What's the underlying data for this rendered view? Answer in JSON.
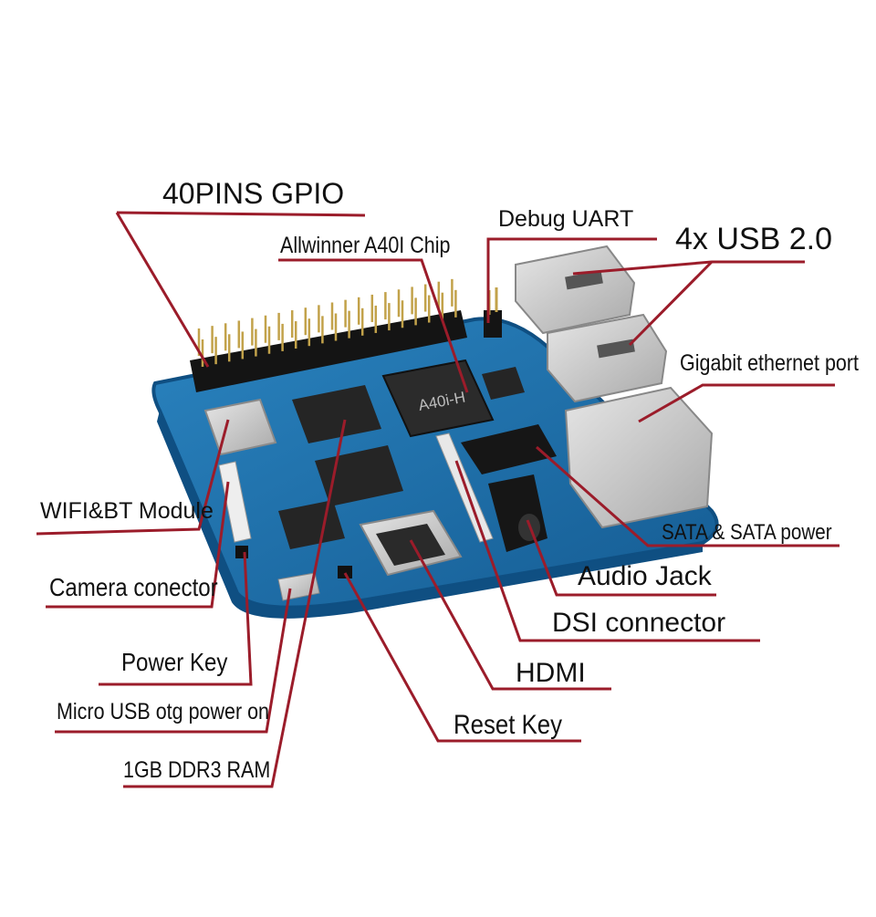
{
  "diagram": {
    "labels": {
      "gpio": "40PINS GPIO",
      "debug_uart": "Debug UART",
      "chip": "Allwinner A40I Chip",
      "usb": "4x USB 2.0",
      "ethernet": "Gigabit ethernet port",
      "wifi_bt": "WIFI&BT Module",
      "camera": "Camera conector",
      "sata": "SATA & SATA power",
      "audio": "Audio Jack",
      "dsi": "DSI connector",
      "power_key": "Power Key",
      "hdmi": "HDMI",
      "micro_usb": "Micro USB otg power on",
      "reset_key": "Reset Key",
      "ram": "1GB DDR3 RAM"
    },
    "chip_marking": "A40i-H",
    "colors": {
      "leader_line": "#9b1c2a",
      "board": "#1f6fa8",
      "board_edge": "#0f4f82",
      "chip": "#2b2b2b",
      "metal": "#c9c9c9",
      "connector_black": "#161616"
    }
  }
}
